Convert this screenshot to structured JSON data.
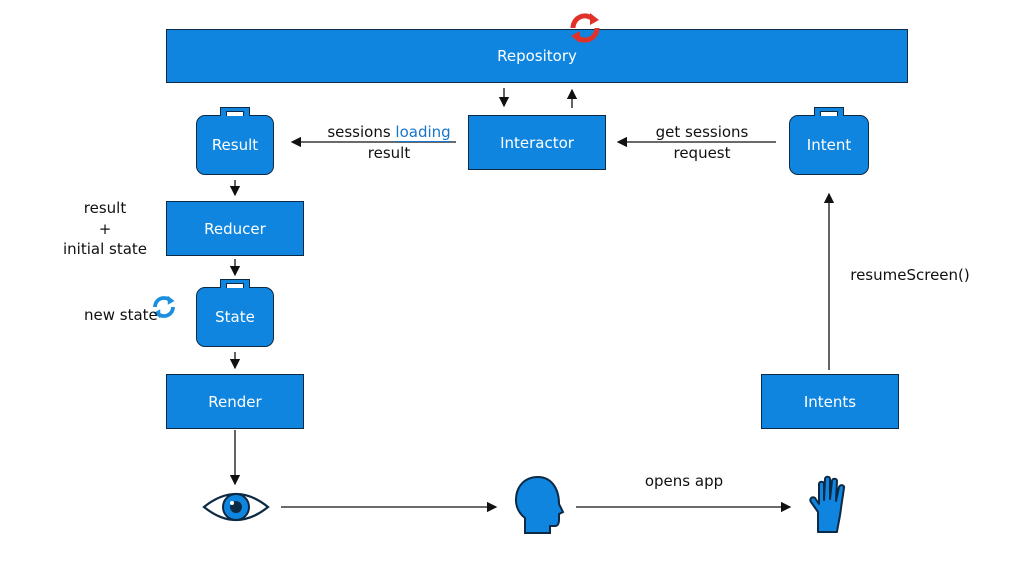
{
  "nodes": {
    "repository": "Repository",
    "interactor": "Interactor",
    "result": "Result",
    "intent": "Intent",
    "reducer": "Reducer",
    "state": "State",
    "render": "Render",
    "intents": "Intents"
  },
  "labels": {
    "sessions_loading_pre": "sessions ",
    "sessions_loading_hl": "loading",
    "sessions_loading_post": "result",
    "get_sessions_1": "get sessions",
    "get_sessions_2": "request",
    "result_initial_1": "result",
    "result_initial_2": "+",
    "result_initial_3": "initial state",
    "new_state": "new state",
    "resume_screen": "resumeScreen()",
    "opens_app": "opens app"
  },
  "icons": {
    "repository_sync": "sync-icon",
    "state_sync": "sync-icon",
    "eye": "eye-icon",
    "user": "user-head-icon",
    "hand": "hand-icon"
  },
  "colors": {
    "box_fill": "#0f85e0",
    "box_border": "#0d2a44",
    "highlight_text": "#1776c9",
    "sync_red": "#e0322a",
    "sync_blue": "#1a8fe0"
  }
}
